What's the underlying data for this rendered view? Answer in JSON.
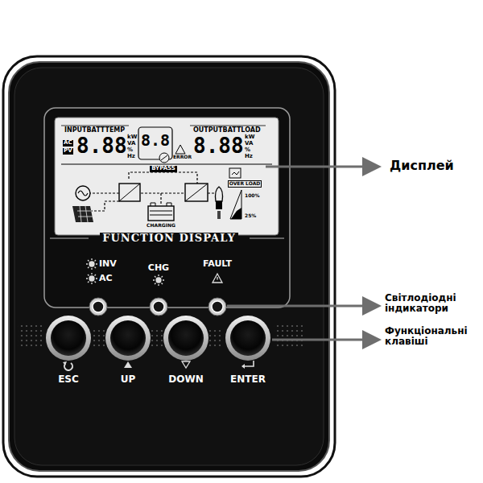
{
  "diagram": {
    "labels": [
      "INPUTBATTTEMP",
      "AC",
      "PV",
      "8.88",
      "kW",
      "VA",
      "%",
      "Hz",
      "8.8",
      "ERROR",
      "OUTPUTBATTLOAD",
      "8.88",
      "kW",
      "VA",
      "%",
      "Hz",
      "BYPASS",
      "CHARGING",
      "OVER LOAD",
      "100%",
      "25%",
      "FUNCTION DISPALY",
      "INV",
      "AC",
      "CHG",
      "FAULT",
      "ESC",
      "UP",
      "DOWN",
      "ENTER",
      "Дисплей",
      "Світлодіодні індикатори",
      "Функціональні клавіші"
    ]
  }
}
